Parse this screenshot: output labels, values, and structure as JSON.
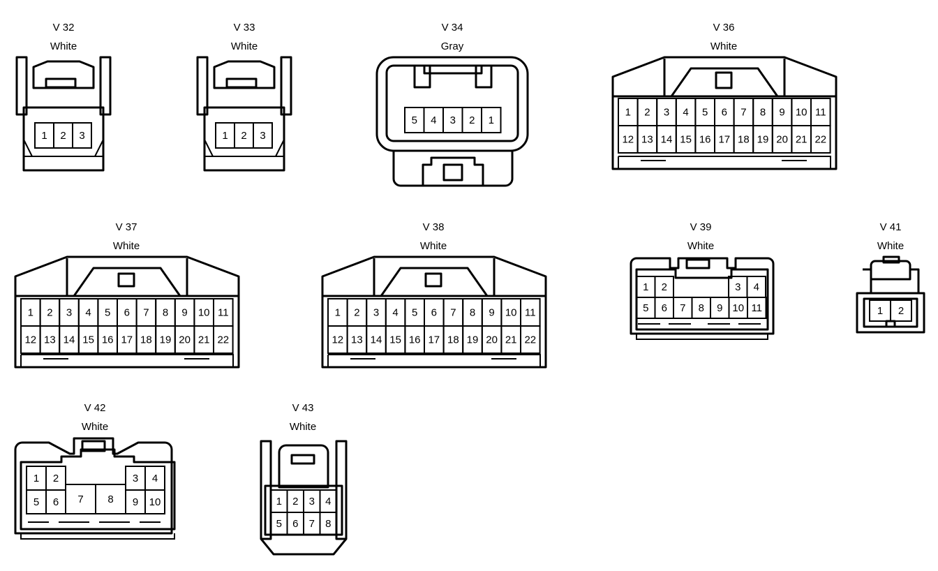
{
  "connectors": [
    {
      "id": "V 32",
      "color": "White",
      "pins": [
        "1",
        "2",
        "3"
      ]
    },
    {
      "id": "V 33",
      "color": "White",
      "pins": [
        "1",
        "2",
        "3"
      ]
    },
    {
      "id": "V 34",
      "color": "Gray",
      "pins": [
        "5",
        "4",
        "3",
        "2",
        "1"
      ]
    },
    {
      "id": "V 36",
      "color": "White",
      "pins": [
        "1",
        "2",
        "3",
        "4",
        "5",
        "6",
        "7",
        "8",
        "9",
        "10",
        "11",
        "12",
        "13",
        "14",
        "15",
        "16",
        "17",
        "18",
        "19",
        "20",
        "21",
        "22"
      ]
    },
    {
      "id": "V 37",
      "color": "White",
      "pins": [
        "1",
        "2",
        "3",
        "4",
        "5",
        "6",
        "7",
        "8",
        "9",
        "10",
        "11",
        "12",
        "13",
        "14",
        "15",
        "16",
        "17",
        "18",
        "19",
        "20",
        "21",
        "22"
      ]
    },
    {
      "id": "V 38",
      "color": "White",
      "pins": [
        "1",
        "2",
        "3",
        "4",
        "5",
        "6",
        "7",
        "8",
        "9",
        "10",
        "11",
        "12",
        "13",
        "14",
        "15",
        "16",
        "17",
        "18",
        "19",
        "20",
        "21",
        "22"
      ]
    },
    {
      "id": "V 39",
      "color": "White",
      "pins": [
        "1",
        "2",
        "3",
        "4",
        "5",
        "6",
        "7",
        "8",
        "9",
        "10",
        "11"
      ]
    },
    {
      "id": "V 41",
      "color": "White",
      "pins": [
        "1",
        "2"
      ]
    },
    {
      "id": "V 42",
      "color": "White",
      "pins": [
        "1",
        "2",
        "3",
        "4",
        "5",
        "6",
        "7",
        "8",
        "9",
        "10"
      ]
    },
    {
      "id": "V 43",
      "color": "White",
      "pins": [
        "1",
        "2",
        "3",
        "4",
        "5",
        "6",
        "7",
        "8"
      ]
    }
  ]
}
